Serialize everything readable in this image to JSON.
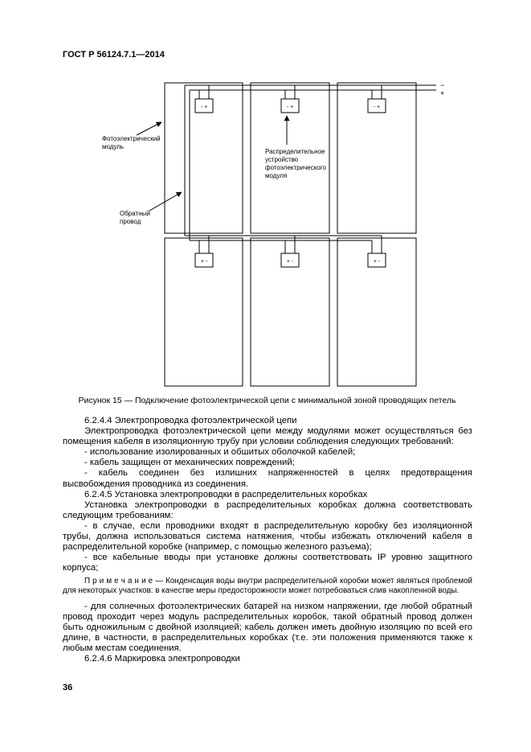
{
  "page": {
    "header": "ГОСТ Р 56124.7.1—2014",
    "number": "36"
  },
  "figure": {
    "caption": "Рисунок 15 — Подключение фотоэлектрической цепи с минимальной зоной проводящих петель",
    "labels": {
      "module_l1": "Фотоэлектрический",
      "module_l2": "модуль",
      "device_l1": "Распределительное",
      "device_l2": "устройство",
      "device_l3": "фотоэлектрического",
      "device_l4": "модуля",
      "return_l1": "Обратный",
      "return_l2": "провод"
    },
    "terminals": {
      "top_box": "- +",
      "bottom_box": "+ -",
      "minus": "−",
      "plus": "+"
    }
  },
  "body": [
    "6.2.4.4 Электропроводка фотоэлектрической цепи",
    "Электропроводка фотоэлектрической цепи между модулями может осуществляться без помещения кабеля в изоляционную трубу при условии соблюдения следующих требований:",
    "- использование изолированных и обшитых оболочкой кабелей;",
    "- кабель защищен от механических повреждений;",
    "- кабель соединен без излишних напряженностей в целях предотвращения высвобождения проводника из соединения.",
    "6.2.4.5 Установка электропроводки в распределительных коробках",
    "Установка электропроводки в распределительных коробках должна соответствовать следующим требованиям:",
    "- в случае, если проводники входят в распределительную коробку без изоляционной трубы, должна использоваться система натяжения, чтобы избежать отключений кабеля в распределительной коробке (например, с помощью железного разъема);",
    "- все кабельные вводы при установке должны соответствовать IP уровню защитного корпуса;",
    "П р и м е ч а н и е  —  Конденсация воды внутри распределительной коробки может являться проблемой для некоторых участков: в качестве меры предосторожности может потребоваться слив накопленной воды.",
    "- для солнечных фотоэлектрических батарей на низком напряжении, где любой обратный провод проходит через модуль распределительных коробок, такой обратный провод должен быть одножильным с двойной изоляцией; кабель должен иметь двойную изоляцию по всей его длине, в частности, в распределительных коробках (т.е. эти положения применяются также к любым местам соединения.",
    "6.2.4.6 Маркировка электропроводки"
  ]
}
